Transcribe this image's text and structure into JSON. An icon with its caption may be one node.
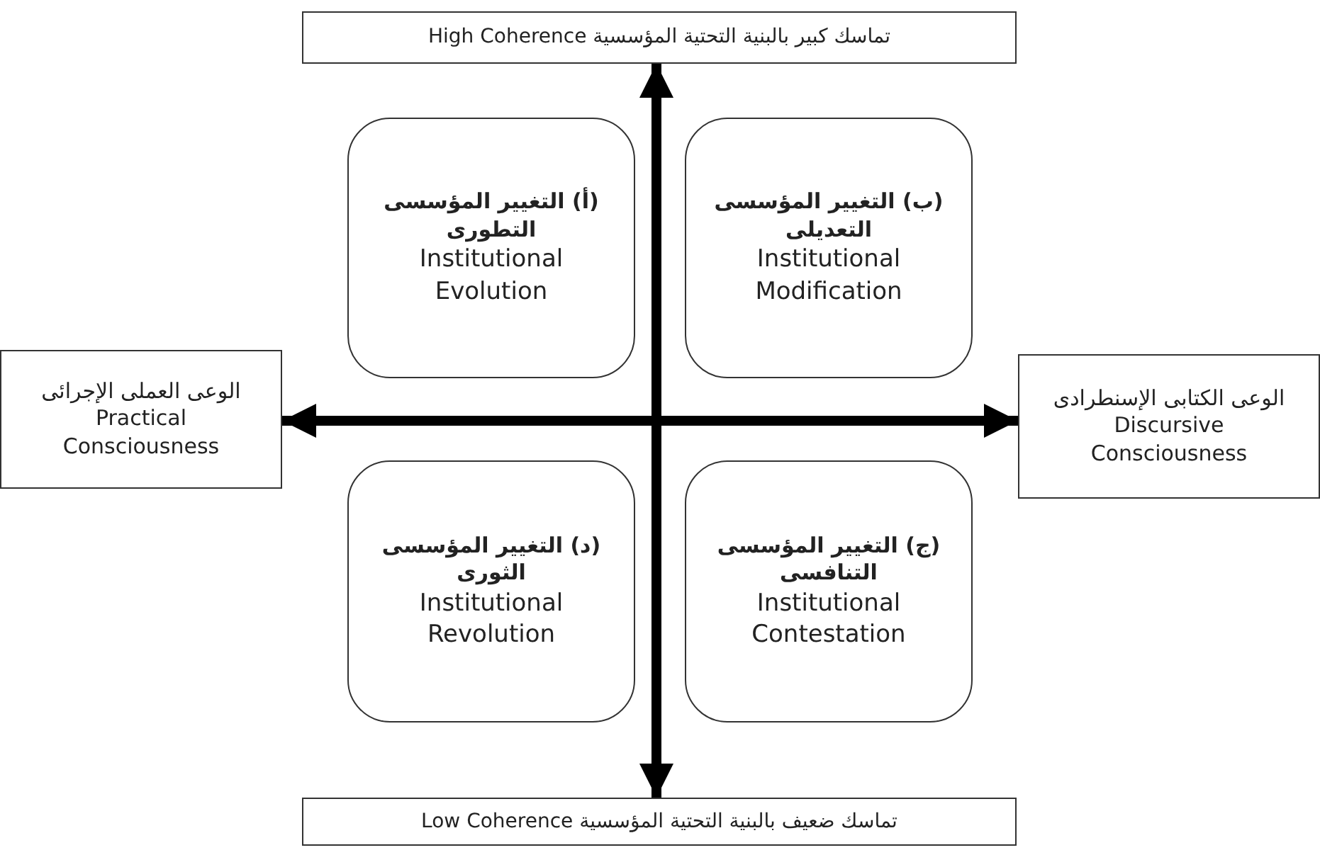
{
  "diagram": {
    "nodes": [
      {
        "text": [
          "تماسك كبير بالبنية التحتية المؤسسية  High Coherence"
        ]
      },
      {
        "text": [
          "الوعى العملى الإجرائى",
          "Practical Consciousness"
        ]
      },
      {
        "text": [
          "(أ) التغيير المؤسسى التطورى",
          "Institutional Evolution"
        ]
      },
      {
        "text": [
          "(ب) التغيير المؤسسى التعديلى",
          "Institutional Modification"
        ]
      },
      {
        "text": [
          "الوعى الكتابى الإسنطرادى",
          "Discursive Consciousness"
        ]
      },
      {
        "text": [
          "(د) التغيير المؤسسى الثورى",
          "Institutional Revolution"
        ]
      },
      {
        "text": [
          "(ج) التغيير المؤسسى التنافسى",
          "Institutional Contestation"
        ]
      },
      {
        "text": [
          "تماسك ضعيف بالبنية التحتية المؤسسية Low Coherence"
        ]
      }
    ],
    "edges": [
      {
        "from": 0,
        "to": 7,
        "arrow": "both"
      },
      {
        "from": 1,
        "to": 4,
        "arrow": "both"
      }
    ]
  }
}
